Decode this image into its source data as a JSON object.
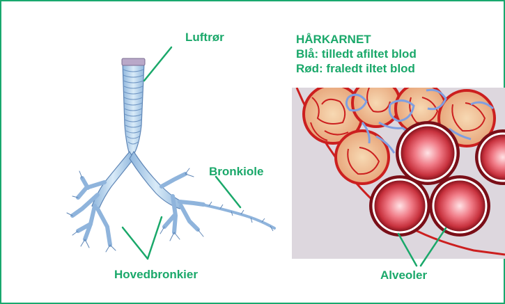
{
  "labels": {
    "trachea": "Luftrør",
    "bronchiole": "Bronkiole",
    "main_bronchi": "Hovedbronkier",
    "alveoli": "Alveoler"
  },
  "capillaries": {
    "title": "HÅRKARNET",
    "blue_line": "Blå: tilledt afiltet blod",
    "red_line": "Rød: fraledt iltet blod"
  },
  "colors": {
    "label_green": "#1aa86a",
    "frame_green": "#19a86e",
    "airway_blue": "#b9d6ee",
    "vein_blue": "#7f9fe0",
    "artery_red": "#cc1f1f",
    "alveolus_pink": "#f07a86",
    "tissue_bg": "#ddd7de"
  }
}
